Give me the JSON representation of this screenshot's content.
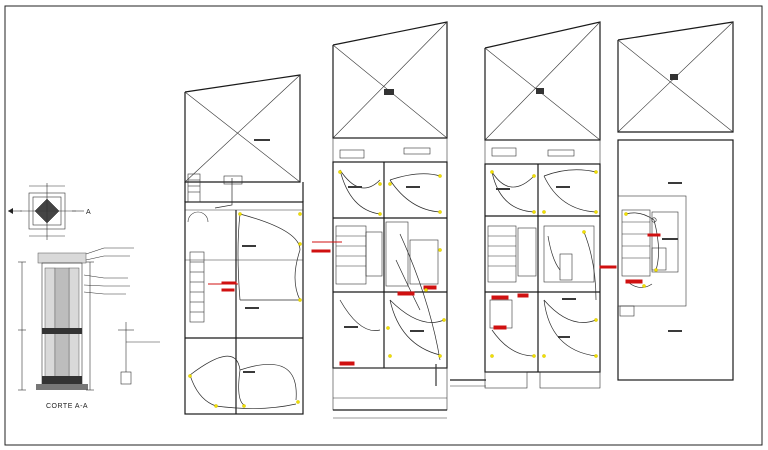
{
  "section_label": "CORTE A-A",
  "section_marker_letter": "A",
  "colors": {
    "line": "#1a1a1a",
    "wiring_red": "#d01010",
    "fixture_yellow": "#f2e000",
    "background": "#ffffff"
  },
  "plans": [
    {
      "name": "plan-1"
    },
    {
      "name": "plan-2"
    },
    {
      "name": "plan-3"
    },
    {
      "name": "plan-4"
    }
  ]
}
